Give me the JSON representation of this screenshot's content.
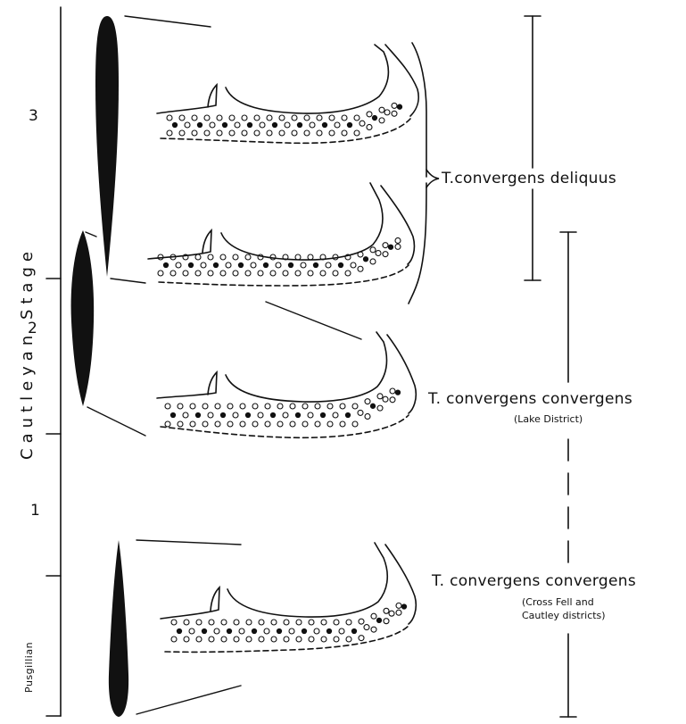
{
  "stratigraphy": {
    "stage_label": "Cautleyan Stage",
    "substage_numbers": [
      "3",
      "2",
      "1"
    ],
    "lower_stage_label": "Pusgillian"
  },
  "taxa": [
    {
      "name": "T.convergens deliquus",
      "locality": ""
    },
    {
      "name": "T. convergens convergens",
      "locality": "(Lake District)"
    },
    {
      "name": "T. convergens convergens",
      "locality_lines": [
        "(Cross Fell and",
        "Cautley districts)"
      ]
    }
  ],
  "colors": {
    "ink": "#111111",
    "background": "#ffffff"
  }
}
